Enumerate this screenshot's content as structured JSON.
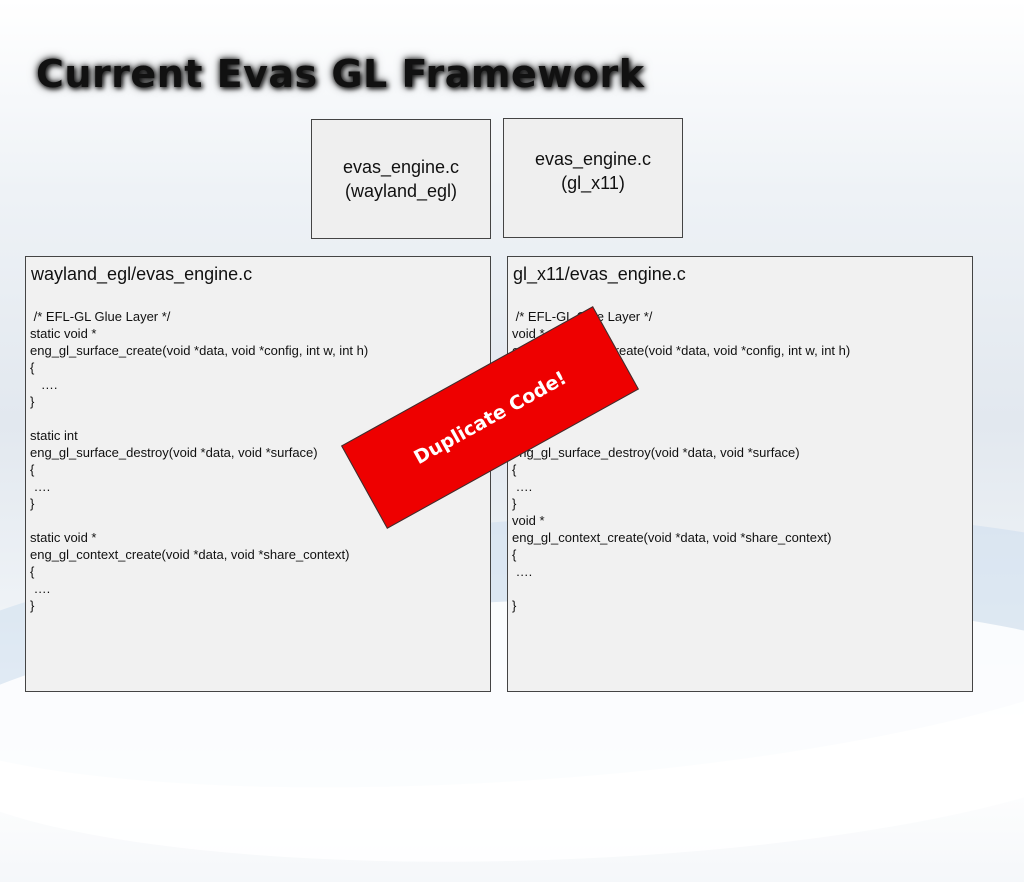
{
  "slide": {
    "title": "Current Evas GL Framework"
  },
  "engine_boxes": {
    "wayland": {
      "line1": "evas_engine.c",
      "line2": "(wayland_egl)"
    },
    "glx": {
      "line1": "evas_engine.c",
      "line2": "(gl_x11)"
    }
  },
  "code_panels": {
    "left": {
      "title": "wayland_egl/evas_engine.c",
      "lines": [
        " /* EFL-GL Glue Layer */",
        "static void *",
        "eng_gl_surface_create(void *data, void *config, int w, int h)",
        "{",
        "   ….",
        "}",
        "",
        "static int",
        "eng_gl_surface_destroy(void *data, void *surface)",
        "{",
        " ….",
        "}",
        "",
        "static void *",
        "eng_gl_context_create(void *data, void *share_context)",
        "{",
        " ….",
        "}"
      ]
    },
    "right": {
      "title": "gl_x11/evas_engine.c",
      "lines": [
        " /* EFL-GL Glue Layer */",
        "void *",
        "eng_gl_surface_create(void *data, void *config, int w, int h)",
        "",
        "",
        "",
        "",
        "",
        "eng_gl_surface_destroy(void *data, void *surface)",
        "{",
        " ….",
        "}",
        "void *",
        "eng_gl_context_create(void *data, void *share_context)",
        "{",
        " ….",
        "",
        "}"
      ]
    }
  },
  "stamp": {
    "label": "Duplicate Code!",
    "color": "#ee0000"
  }
}
